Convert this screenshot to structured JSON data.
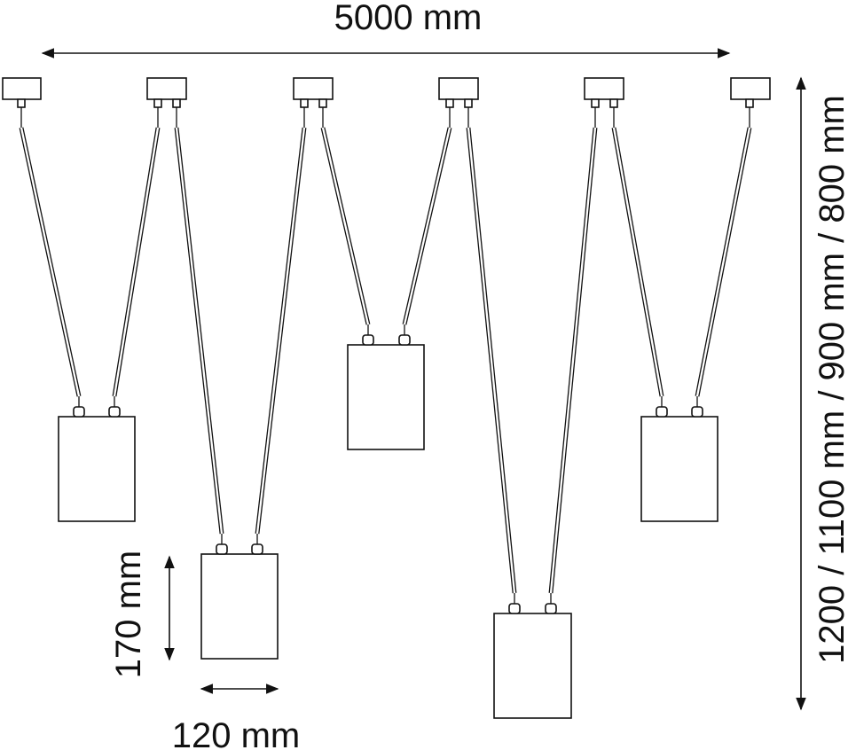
{
  "dimensions": {
    "total_width_label": "5000 mm",
    "drop_lengths_label": "1200 / 1100 mm / 900 mm / 800 mm",
    "shade_height_label": "170 mm",
    "shade_width_label": "120 mm"
  },
  "colors": {
    "line": "#111111",
    "background": "#ffffff"
  }
}
